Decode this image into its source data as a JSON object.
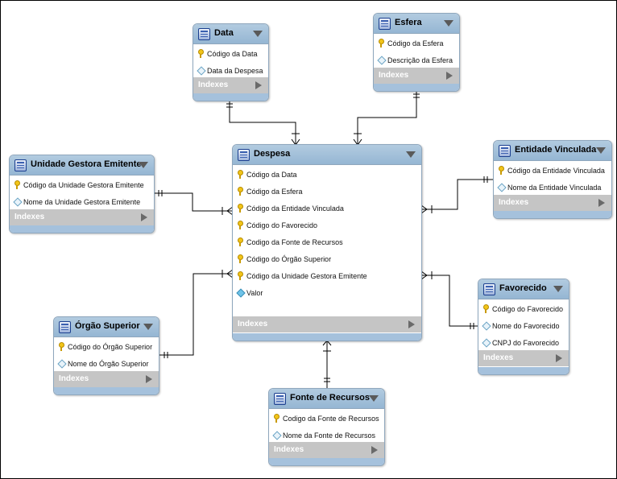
{
  "indexes_label": "Indexes",
  "tables": {
    "despesa": {
      "name": "Despesa",
      "columns": [
        {
          "label": "Código da Data",
          "kind": "key"
        },
        {
          "label": "Código da Esfera",
          "kind": "key"
        },
        {
          "label": "Código da Entidade Vinculada",
          "kind": "key"
        },
        {
          "label": "Código do Favorecido",
          "kind": "key"
        },
        {
          "label": "Codigo da Fonte de Recursos",
          "kind": "key"
        },
        {
          "label": "Código do Órgão Superior",
          "kind": "key"
        },
        {
          "label": "Código da Unidade Gestora Emitente",
          "kind": "key"
        },
        {
          "label": "Valor",
          "kind": "filled"
        }
      ]
    },
    "data": {
      "name": "Data",
      "columns": [
        {
          "label": "Código da Data",
          "kind": "key"
        },
        {
          "label": "Data da Despesa",
          "kind": "attr"
        }
      ]
    },
    "esfera": {
      "name": "Esfera",
      "columns": [
        {
          "label": "Código da Esfera",
          "kind": "key"
        },
        {
          "label": "Descrição da Esfera",
          "kind": "attr"
        }
      ]
    },
    "entidade": {
      "name": "Entidade Vinculada",
      "columns": [
        {
          "label": "Código da Entidade Vinculada",
          "kind": "key"
        },
        {
          "label": "Nome da Entidade Vinculada",
          "kind": "attr"
        }
      ]
    },
    "favorecido": {
      "name": "Favorecido",
      "columns": [
        {
          "label": "Código do Favorecido",
          "kind": "key"
        },
        {
          "label": "Nome do Favorecido",
          "kind": "attr"
        },
        {
          "label": "CNPJ do Favorecido",
          "kind": "attr"
        }
      ]
    },
    "fonte": {
      "name": "Fonte de Recursos",
      "columns": [
        {
          "label": "Codigo da Fonte de Recursos",
          "kind": "key"
        },
        {
          "label": "Nome da Fonte de Recursos",
          "kind": "attr"
        }
      ]
    },
    "orgao": {
      "name": "Órgão Superior",
      "columns": [
        {
          "label": "Código do Órgão Superior",
          "kind": "key"
        },
        {
          "label": "Nome do Órgão Superior",
          "kind": "attr"
        }
      ]
    },
    "unidade": {
      "name": "Unidade Gestora Emitente",
      "columns": [
        {
          "label": "Código da Unidade Gestora Emitente",
          "kind": "key"
        },
        {
          "label": "Nome da Unidade Gestora Emitente",
          "kind": "attr"
        }
      ]
    }
  },
  "relationships": [
    {
      "from": "data",
      "to": "despesa",
      "from_card": "one",
      "to_card": "many"
    },
    {
      "from": "esfera",
      "to": "despesa",
      "from_card": "one",
      "to_card": "many"
    },
    {
      "from": "unidade",
      "to": "despesa",
      "from_card": "one",
      "to_card": "many"
    },
    {
      "from": "entidade",
      "to": "despesa",
      "from_card": "one",
      "to_card": "many"
    },
    {
      "from": "orgao",
      "to": "despesa",
      "from_card": "one",
      "to_card": "many"
    },
    {
      "from": "favorecido",
      "to": "despesa",
      "from_card": "one",
      "to_card": "many"
    },
    {
      "from": "fonte",
      "to": "despesa",
      "from_card": "one",
      "to_card": "many"
    }
  ]
}
